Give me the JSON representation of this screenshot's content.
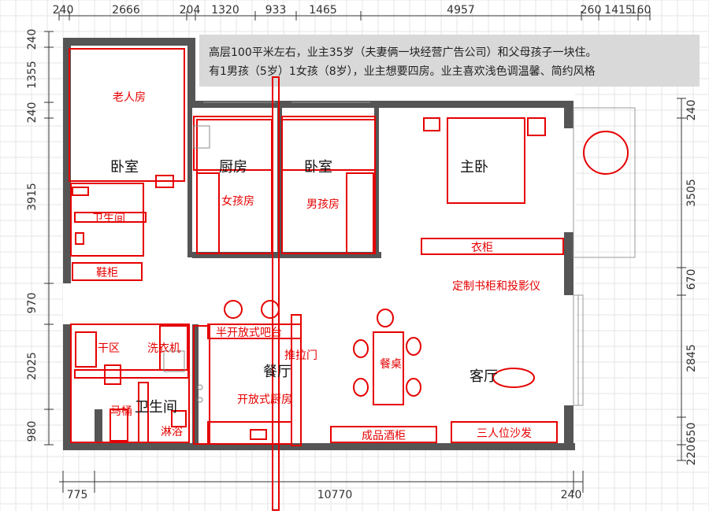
{
  "colors": {
    "wall": "#555555",
    "red": "#e60000",
    "grid": "#e6e6e6",
    "note_bg": "#d9d9d9",
    "dim": "#333333"
  },
  "note": {
    "line1": "高层100平米左右，业主35岁（夫妻俩一块经营广告公司）和父母孩子一块住。",
    "line2": "有1男孩（5岁）1女孩（8岁），业主想要四房。业主喜欢浅色调温馨、简约风格"
  },
  "dims": {
    "top": [
      "240",
      "2666",
      "204",
      "1320",
      "933",
      "1465",
      "4957",
      "260",
      "1415",
      "160"
    ],
    "left": [
      "240",
      "1355",
      "240",
      "3915",
      "970",
      "2025",
      "980"
    ],
    "right": [
      "240",
      "3505",
      "670",
      "2845",
      "650",
      "220"
    ],
    "bottom": [
      "775",
      "10770",
      "240"
    ]
  },
  "rooms": {
    "bedroom_left": "卧室",
    "kitchen": "厨房",
    "bedroom_mid": "卧室",
    "master": "主卧",
    "dining": "餐厅",
    "living": "客厅",
    "bathroom": "卫生间"
  },
  "annotations": {
    "elder_room": "老人房",
    "girl_room": "女孩房",
    "boy_room": "男孩房",
    "bathroom": "卫生间",
    "shoe_cabinet": "鞋柜",
    "wardrobe": "衣柜",
    "bookcase_projector": "定制书柜和投影仪",
    "half_bar": "半开放式吧台",
    "sliding_door": "推拉门",
    "dining_table": "餐桌",
    "dry_zone": "干区",
    "washer": "洗衣机",
    "open_kitchen": "开放式厨房",
    "toilet": "马桶",
    "shower": "淋浴",
    "wine_cabinet": "成品酒柜",
    "sofa": "三人位沙发"
  }
}
